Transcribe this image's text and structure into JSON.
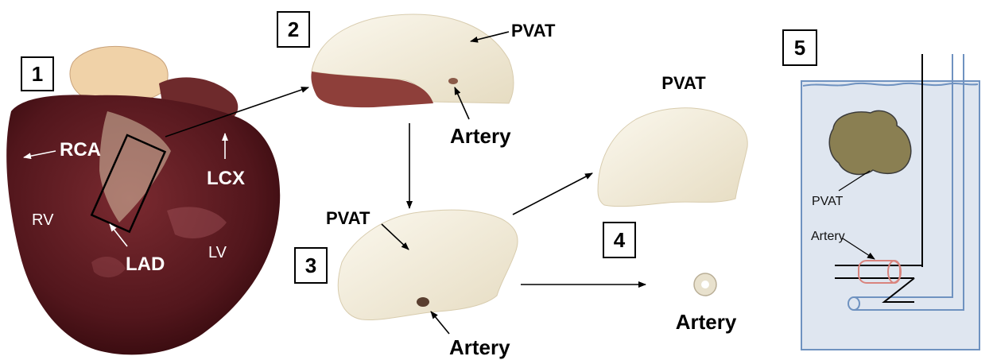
{
  "panels": {
    "p1": {
      "number": "1"
    },
    "p2": {
      "number": "2"
    },
    "p3": {
      "number": "3"
    },
    "p4": {
      "number": "4"
    },
    "p5": {
      "number": "5"
    }
  },
  "heart_labels": {
    "rca": "RCA",
    "lcx": "LCX",
    "lad": "LAD",
    "rv": "RV",
    "lv": "LV"
  },
  "panel2_labels": {
    "pvat": "PVAT",
    "artery": "Artery"
  },
  "panel3_labels": {
    "pvat": "PVAT",
    "artery": "Artery"
  },
  "panel4_labels": {
    "pvat": "PVAT",
    "artery": "Artery"
  },
  "panel5_labels": {
    "pvat": "PVAT",
    "artery": "Artery"
  },
  "colors": {
    "heart": "#5a1a1f",
    "heart_dark": "#3a0c10",
    "fat": "#f1ebd8",
    "muscle": "#8e3f3a",
    "bath_fill": "#dfe6f0",
    "bath_line": "#6f92c0",
    "pvat_chunk": "#8a7f52",
    "artery_ring": "#d9847e"
  }
}
